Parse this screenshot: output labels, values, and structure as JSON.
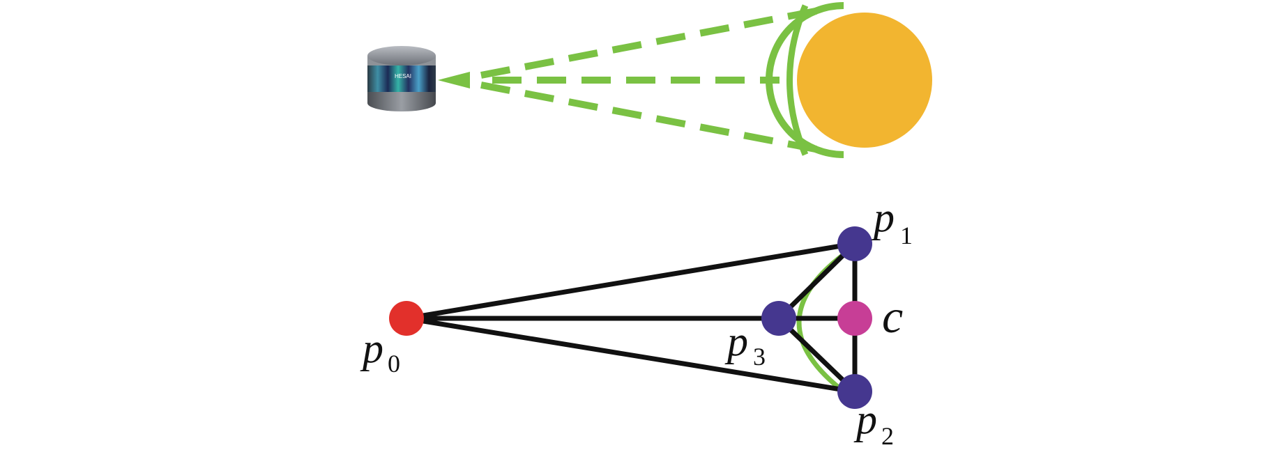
{
  "colors": {
    "beam": "#7ac143",
    "target": "#f2b530",
    "edge": "#111111",
    "vertex_p0": "#e2302b",
    "vertex_pi": "#45378f",
    "vertex_c": "#c73e96"
  },
  "lidar": {
    "icon": "lidar-sensor-icon",
    "brand_text": "HESAI"
  },
  "labels": {
    "p0": {
      "base": "p",
      "sub": "0"
    },
    "p1": {
      "base": "p",
      "sub": "1"
    },
    "p2": {
      "base": "p",
      "sub": "2"
    },
    "p3": {
      "base": "p",
      "sub": "3"
    },
    "c": "c"
  }
}
